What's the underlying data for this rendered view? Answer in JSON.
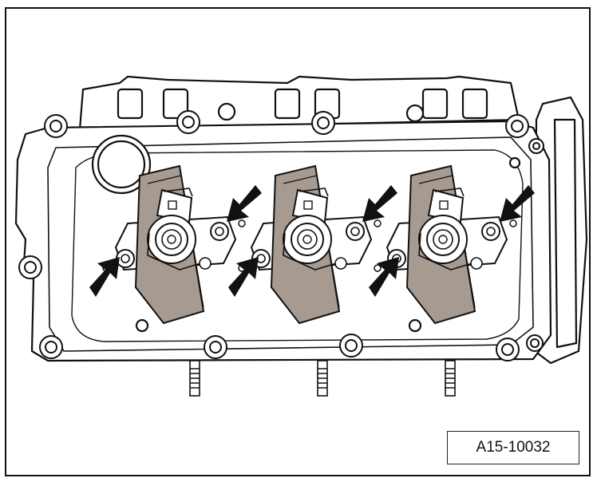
{
  "figure": {
    "code": "A15-10032"
  },
  "colors": {
    "line": "#111111",
    "part_fill": "#ffffff",
    "coil_fill": "#a79a90",
    "arrow": "#111111"
  },
  "components": {
    "ignition_coil_count": 3,
    "marked_bolt_count": 6
  }
}
